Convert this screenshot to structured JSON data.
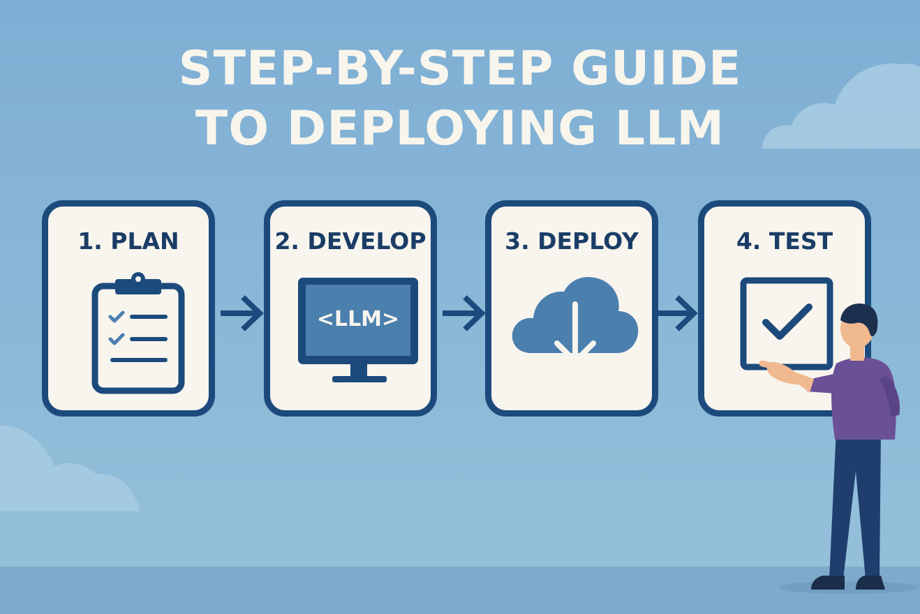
{
  "title": {
    "line1": "STEP-BY-STEP GUIDE",
    "line2": "TO DEPLOYING LLM"
  },
  "steps": [
    {
      "label": "1. PLAN",
      "icon": "clipboard-checklist-icon"
    },
    {
      "label": "2. DEVELOP",
      "icon": "monitor-icon",
      "screen_text": "<LLM>"
    },
    {
      "label": "3. DEPLOY",
      "icon": "cloud-download-icon"
    },
    {
      "label": "4. TEST",
      "icon": "checkbox-icon"
    }
  ],
  "colors": {
    "sky_top": "#7eaed4",
    "sky_bottom": "#93bfd9",
    "ground": "#7faacb",
    "card_fill": "#f8f5ee",
    "card_border": "#1c4a7c",
    "label_text": "#1a3d66",
    "icon_blue": "#4a7fae",
    "title_text": "#f8f5ec",
    "shirt": "#6a5197",
    "pants": "#1f3e6e"
  }
}
